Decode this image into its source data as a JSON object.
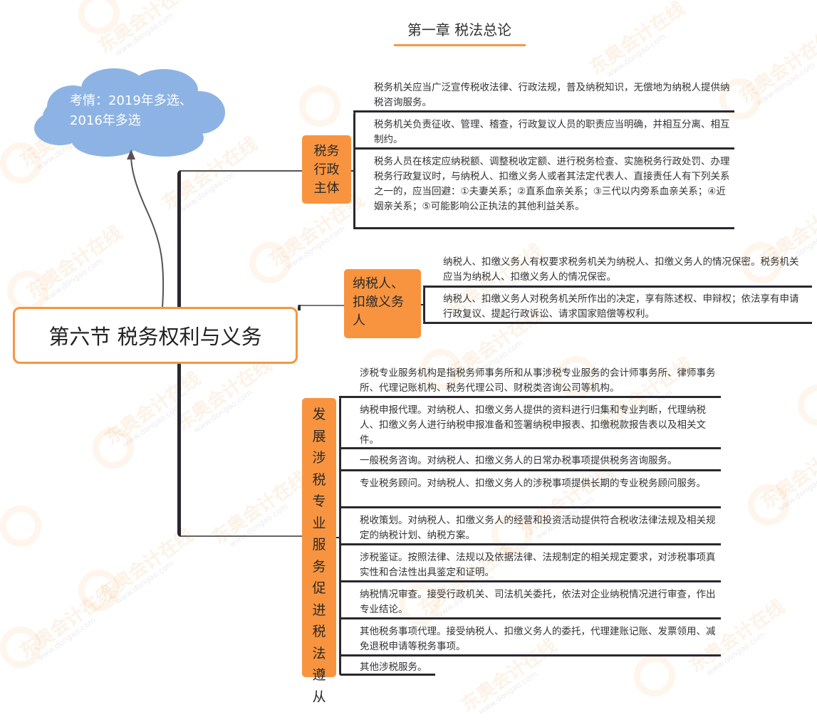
{
  "chapter": {
    "title": "第一章 税法总论"
  },
  "note": {
    "text_line1": "考情：2019年多选、",
    "text_line2": "2016年多选",
    "cloud_color": "#8cb3e3"
  },
  "central": {
    "title": "第六节 税务权利与义务",
    "border_color": "#f39743"
  },
  "watermark": {
    "brand": "东奥会计在线",
    "site": "www.dongao.com"
  },
  "colors": {
    "branch_fill": "#f8943f",
    "line_dark": "#2a2730",
    "accent_underline": "#ef9a4a"
  },
  "branches": [
    {
      "label_lines": [
        "税务",
        "行政",
        "主体"
      ],
      "items": [
        "税务机关应当广泛宣传税收法律、行政法规，普及纳税知识，无偿地为纳税人提供纳税咨询服务。",
        "税务机关负责征收、管理、稽查，行政复议人员的职责应当明确，并相互分离、相互制约。",
        "税务人员在核定应纳税额、调整税收定额、进行税务检查、实施税务行政处罚、办理税务行政复议时，与纳税人、扣缴义务人或者其法定代表人、直接责任人有下列关系之一的，应当回避：①夫妻关系；②直系血亲关系；③三代以内旁系血亲关系；④近姻亲关系；⑤可能影响公正执法的其他利益关系。"
      ]
    },
    {
      "label_lines": [
        "纳税人、",
        "扣缴义务",
        "人"
      ],
      "items": [
        "纳税人、扣缴义务人有权要求税务机关为纳税人、扣缴义务人的情况保密。税务机关应当为纳税人、扣缴义务人的情况保密。",
        "纳税人、扣缴义务人对税务机关所作出的决定，享有陈述权、申辩权；依法享有申请行政复议、提起行政诉讼、请求国家赔偿等权利。"
      ]
    },
    {
      "label_chars": [
        "发",
        "展",
        "涉",
        "税",
        "专",
        "业",
        "服",
        "务",
        "促",
        "进",
        "税",
        "法",
        "遵",
        "从"
      ],
      "items": [
        "涉税专业服务机构是指税务师事务所和从事涉税专业服务的会计师事务所、律师事务所、代理记账机构、税务代理公司、财税类咨询公司等机构。",
        "纳税申报代理。对纳税人、扣缴义务人提供的资料进行归集和专业判断，代理纳税人、扣缴义务人进行纳税申报准备和签署纳税申报表、扣缴税款报告表以及相关文件。",
        "一般税务咨询。对纳税人、扣缴义务人的日常办税事项提供税务咨询服务。",
        "专业税务顾问。对纳税人、扣缴义务人的涉税事项提供长期的专业税务顾问服务。",
        "税收策划。对纳税人、扣缴义务人的经营和投资活动提供符合税收法律法规及相关规定的纳税计划、纳税方案。",
        "涉税鉴证。按照法律、法规以及依据法律、法规制定的相关规定要求，对涉税事项真实性和合法性出具鉴定和证明。",
        "纳税情况审查。接受行政机关、司法机关委托，依法对企业纳税情况进行审查，作出专业结论。",
        "其他税务事项代理。接受纳税人、扣缴义务人的委托，代理建账记账、发票领用、减免退税申请等税务事项。",
        "其他涉税服务。"
      ]
    }
  ]
}
